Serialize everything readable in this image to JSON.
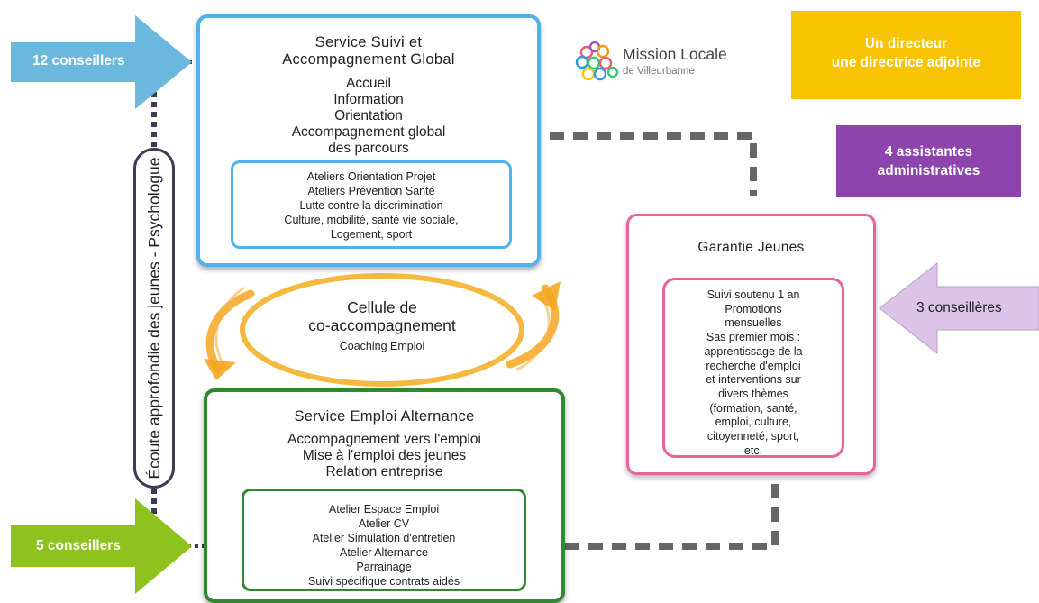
{
  "suivi": {
    "title_line1": "Service Suivi et",
    "title_line2": "Accompagnement Global",
    "items": [
      "Accueil",
      "Information",
      "Orientation",
      "Accompagnement global",
      "des parcours"
    ],
    "ateliers": [
      "Ateliers Orientation Projet",
      "Ateliers Prévention Santé",
      "Lutte contre la discrimination",
      "Culture, mobilité, santé vie sociale,",
      "Logement, sport"
    ]
  },
  "cellule": {
    "title_line1": "Cellule de",
    "title_line2": "co-accompagnement",
    "subtitle": "Coaching Emploi"
  },
  "emploi": {
    "title": "Service Emploi Alternance",
    "items": [
      "Accompagnement vers l'emploi",
      "Mise à l'emploi des jeunes",
      "Relation entreprise"
    ],
    "ateliers": [
      "Atelier Espace Emploi",
      "Atelier CV",
      "Atelier Simulation d'entretien",
      "Atelier Alternance",
      "Parrainage",
      "Suivi spécifique contrats aidés"
    ]
  },
  "garantie": {
    "title": "Garantie Jeunes",
    "details": [
      "Suivi soutenu 1 an",
      "Promotions",
      "mensuelles",
      "Sas premier mois :",
      "apprentissage de la",
      "recherche d'emploi",
      "et interventions sur",
      "divers thèmes",
      "(formation, santé,",
      "emploi, culture,",
      "citoyenneté, sport,",
      "etc."
    ]
  },
  "arrows": {
    "top_left": "12 conseillers",
    "bottom_left": "5 conseillers",
    "right": "3 conseillères"
  },
  "side_label": "Écoute approfondie des jeunes - Psychologue",
  "logo": {
    "name": "Mission Locale",
    "sub": "de Villeurbanne"
  },
  "directeur": {
    "line1": "Un directeur",
    "line2": "une directrice adjointe"
  },
  "assistantes": {
    "line1": "4 assistantes",
    "line2": "administratives"
  },
  "colors": {
    "blue": "#4fb3ea",
    "green": "#2f8a2f",
    "pink": "#e8629c",
    "orange": "#f5a623",
    "yellow": "#f8c300",
    "purple": "#8e44ad",
    "arrow_blue": "#6ab8dd",
    "arrow_green": "#8dc21f",
    "arrow_lilac": "#dcc4e8"
  }
}
